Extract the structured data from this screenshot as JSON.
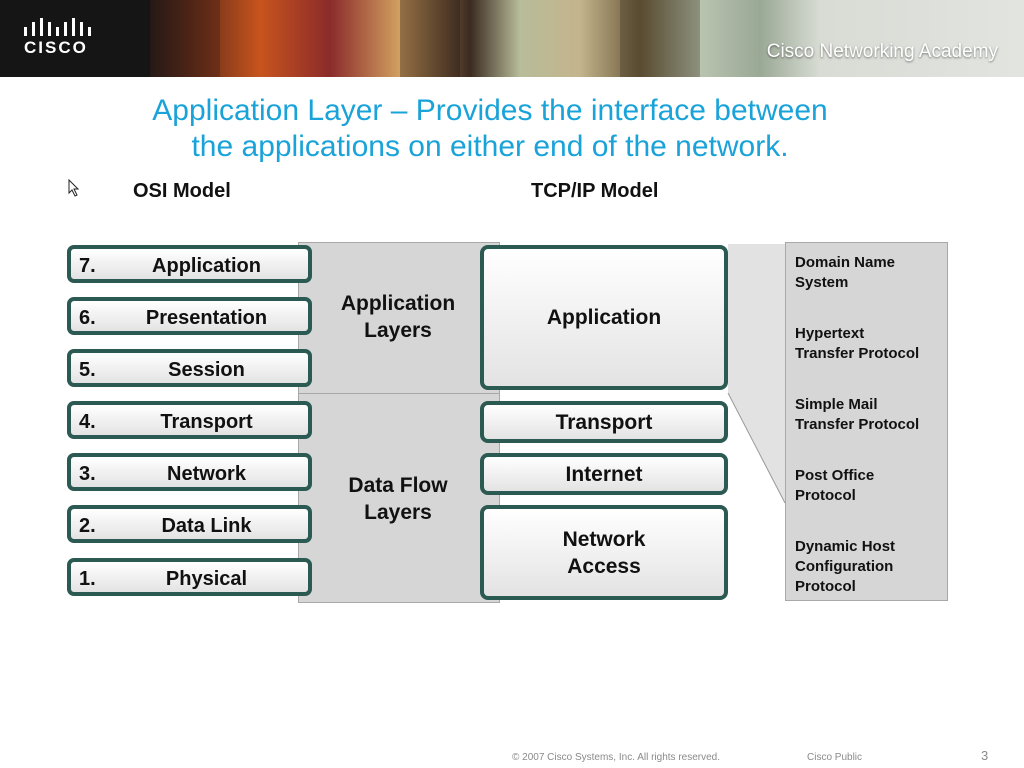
{
  "header": {
    "logo_text": "CISCO",
    "academy_text": "Cisco Networking Academy"
  },
  "slide": {
    "title_line1": "Application Layer – Provides the interface between",
    "title_line2": "the applications on either end of the network."
  },
  "diagram": {
    "osi_heading": "OSI Model",
    "tcp_heading": "TCP/IP Model",
    "osi_layers": [
      {
        "num": "7.",
        "name": "Application"
      },
      {
        "num": "6.",
        "name": "Presentation"
      },
      {
        "num": "5.",
        "name": "Session"
      },
      {
        "num": "4.",
        "name": "Transport"
      },
      {
        "num": "3.",
        "name": "Network"
      },
      {
        "num": "2.",
        "name": "Data Link"
      },
      {
        "num": "1.",
        "name": "Physical"
      }
    ],
    "groups": {
      "app_line1": "Application",
      "app_line2": "Layers",
      "data_line1": "Data Flow",
      "data_line2": "Layers"
    },
    "tcp_layers": {
      "application": "Application",
      "transport": "Transport",
      "internet": "Internet",
      "network_access_line1": "Network",
      "network_access_line2": "Access"
    },
    "protocols": [
      {
        "line1": "Domain Name",
        "line2": "System",
        "line3": ""
      },
      {
        "line1": "Hypertext",
        "line2": "Transfer Protocol",
        "line3": ""
      },
      {
        "line1": "Simple Mail",
        "line2": "Transfer Protocol",
        "line3": ""
      },
      {
        "line1": "Post Office",
        "line2": "Protocol",
        "line3": ""
      },
      {
        "line1": "Dynamic Host",
        "line2": "Configuration",
        "line3": "Protocol"
      }
    ]
  },
  "footer": {
    "copyright": "© 2007 Cisco Systems, Inc. All rights reserved.",
    "classification": "Cisco Public",
    "page_number": "3"
  },
  "colors": {
    "title": "#1aa3d9",
    "box_border": "#2a5a52",
    "band": "#d6d6d6"
  }
}
